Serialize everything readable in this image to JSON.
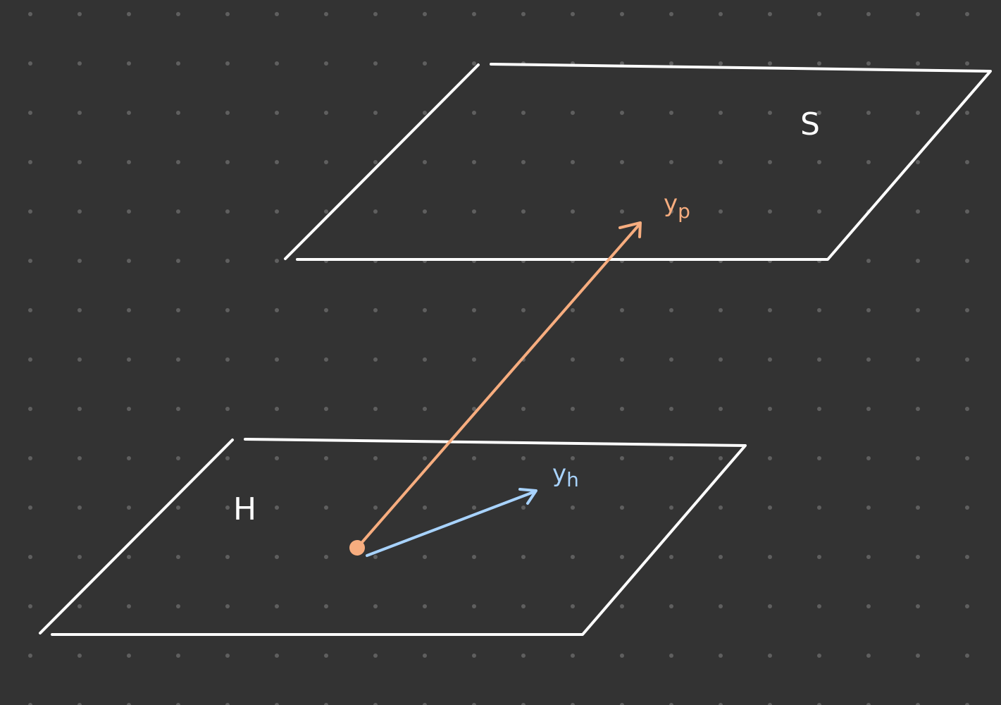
{
  "colors": {
    "background": "#333333",
    "dots": "#5f5f5f",
    "planes": "#ffffff",
    "particular_vector": "#f7ad7f",
    "homogeneous_vector": "#a8d3ff"
  },
  "labels": {
    "plane_s": "S",
    "plane_h": "H",
    "vector_p_main": "y",
    "vector_p_sub": "p",
    "vector_h_main": "y",
    "vector_h_sub": "h"
  }
}
